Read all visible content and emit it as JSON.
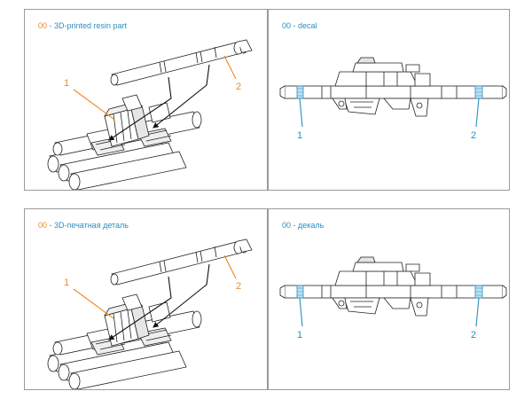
{
  "panels": [
    {
      "code": "00",
      "caption": " - 3D-printed resin part"
    },
    {
      "code": "00",
      "caption": " - decal"
    },
    {
      "code": "00",
      "caption": " - 3D-печатная деталь"
    },
    {
      "code": "00",
      "caption": " - декаль"
    }
  ],
  "callouts": {
    "one": "1",
    "two": "2"
  },
  "colors": {
    "accent_orange": "#ef8a1c",
    "accent_blue": "#2a8fbf",
    "frame": "#9a9a9a"
  }
}
